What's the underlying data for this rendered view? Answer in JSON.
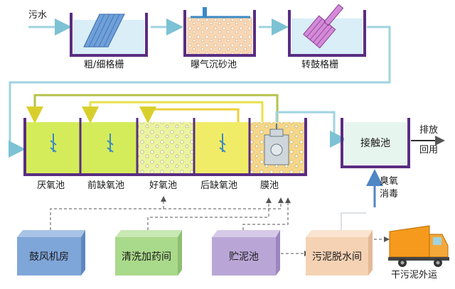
{
  "inputs": {
    "sewage": "污水"
  },
  "pretreatment": [
    {
      "label": "粗/细格栅"
    },
    {
      "label": "曝气沉砂池"
    },
    {
      "label": "转鼓格栅"
    }
  ],
  "tanks": [
    {
      "label": "厌氧池"
    },
    {
      "label": "前缺氧池"
    },
    {
      "label": "好氧池"
    },
    {
      "label": "后缺氧池"
    },
    {
      "label": "膜池"
    }
  ],
  "contact_tank": {
    "label": "接触池"
  },
  "outputs": {
    "discharge": "排放",
    "reuse": "回用"
  },
  "disinfection": {
    "line1": "臭氧",
    "line2": "消毒"
  },
  "facilities": [
    {
      "label": "鼓风机房"
    },
    {
      "label": "清洗加药间"
    },
    {
      "label": "贮泥池"
    },
    {
      "label": "污泥脱水间"
    }
  ],
  "sludge_out": {
    "label": "干污泥外运"
  },
  "colors": {
    "tank_wall": "#5a2d82",
    "flow_line": "#9fd3e0",
    "anoxic_fill": "#d4ec5a",
    "aerobic_fill": "#eaf3a0",
    "membrane_fill": "#f5d68a",
    "recycle_yellow": "#e8e04a",
    "recycle_olive": "#b7c24a",
    "facility_blue": "#7fa6d9",
    "facility_green": "#a9d98a",
    "facility_purple": "#b9a6d6",
    "facility_peach": "#f5d2b4",
    "truck": "#f59a1c"
  }
}
